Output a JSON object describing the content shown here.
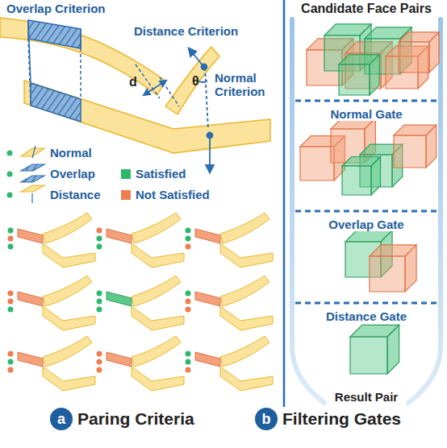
{
  "diagram": {
    "nodes": [
      {
        "text": [
          "a"
        ]
      },
      {
        "text": [
          "b"
        ]
      }
    ],
    "labels": [
      "Overlap Criterion",
      "Distance Criterion",
      "d",
      "θ",
      "Normal Criterion",
      "Candidate Face Pairs",
      "Normal Gate",
      "Overlap Gate",
      "Distance Gate",
      "Result Pair",
      "Paring Criteria",
      "Filtering Gates"
    ],
    "legend": [
      {
        "text": "Normal"
      },
      {
        "text": "Overlap"
      },
      {
        "text": "Distance"
      },
      {
        "text": "Satisfied",
        "color": "#2db86b"
      },
      {
        "text": "Not Satisfied",
        "color": "#ee7d4f"
      }
    ]
  }
}
